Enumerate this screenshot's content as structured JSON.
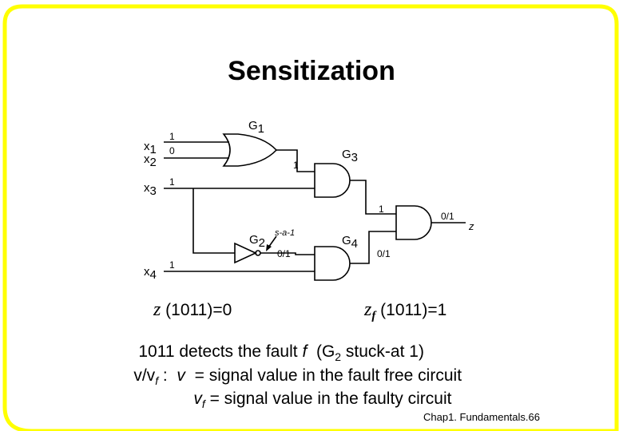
{
  "title": "Sensitization",
  "inputs": {
    "x1": {
      "base": "x",
      "sub": "1",
      "value": "1"
    },
    "x2": {
      "base": "x",
      "sub": "2",
      "value": "0"
    },
    "x3": {
      "base": "x",
      "sub": "3",
      "value": "1"
    },
    "x4": {
      "base": "x",
      "sub": "4",
      "value": "1"
    }
  },
  "gates": {
    "g1": {
      "base": "G",
      "sub": "1",
      "output": "1"
    },
    "g2": {
      "base": "G",
      "sub": "2",
      "fault": "s-a-1",
      "output": "0/1"
    },
    "g3": {
      "base": "G",
      "sub": "3",
      "output": "1"
    },
    "g4": {
      "base": "G",
      "sub": "4",
      "output": "0/1"
    }
  },
  "output": {
    "label": "z",
    "value": "0/1"
  },
  "lines": {
    "z_eval": {
      "sym": "z",
      "text": " (1011)=0"
    },
    "zf_eval": {
      "sym": "z",
      "sub": "f",
      "text": " (1011)=1"
    },
    "detects": {
      "pre": "1011 detects the fault ",
      "f": "f",
      "mid": "  (G",
      "sub": "2",
      "post": " stuck-at 1)"
    },
    "vvf": {
      "pre": "v/v",
      "sub": "f",
      "colon": " :  ",
      "v": "v",
      "post": "  = signal value in the fault free circuit"
    },
    "vf": {
      "v": "v",
      "sub": "f",
      "post": " = signal value in the faulty circuit"
    }
  },
  "footer": "Chap1.  Fundamentals.66",
  "colors": {
    "frame": "#ffff00",
    "ink": "#000000"
  }
}
